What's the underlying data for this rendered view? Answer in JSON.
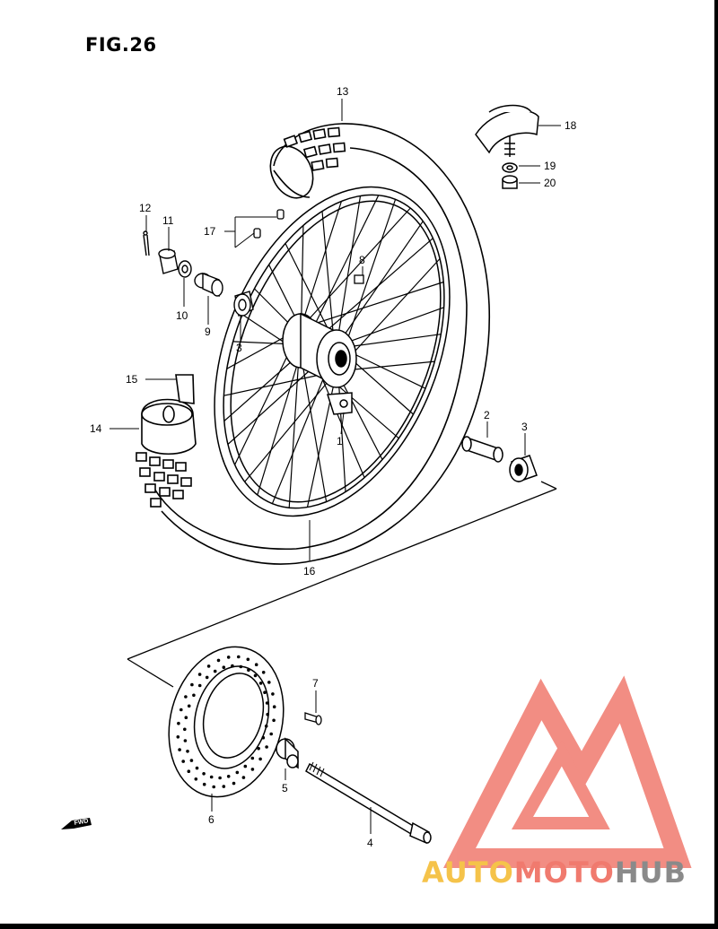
{
  "figure": {
    "title": "FIG.26"
  },
  "callouts": [
    {
      "id": "13",
      "text": "13"
    },
    {
      "id": "18",
      "text": "18"
    },
    {
      "id": "19",
      "text": "19"
    },
    {
      "id": "20",
      "text": "20"
    },
    {
      "id": "12",
      "text": "12"
    },
    {
      "id": "11",
      "text": "11"
    },
    {
      "id": "17",
      "text": "17"
    },
    {
      "id": "8",
      "text": "8"
    },
    {
      "id": "10",
      "text": "10"
    },
    {
      "id": "9",
      "text": "9"
    },
    {
      "id": "3a",
      "text": "3"
    },
    {
      "id": "15",
      "text": "15"
    },
    {
      "id": "14",
      "text": "14"
    },
    {
      "id": "1",
      "text": "1"
    },
    {
      "id": "2",
      "text": "2"
    },
    {
      "id": "3b",
      "text": "3"
    },
    {
      "id": "16",
      "text": "16"
    },
    {
      "id": "7",
      "text": "7"
    },
    {
      "id": "5",
      "text": "5"
    },
    {
      "id": "6",
      "text": "6"
    },
    {
      "id": "4",
      "text": "4"
    }
  ],
  "direction_marker": {
    "text": "FWD"
  },
  "watermark": {
    "part1": "AUTO",
    "part2": "MOTO",
    "part3": "HUB",
    "colors": {
      "auto": "#f5c34a",
      "moto": "#f07a6e",
      "hub": "#8a8a8a",
      "logo": "#f07a6e"
    }
  }
}
